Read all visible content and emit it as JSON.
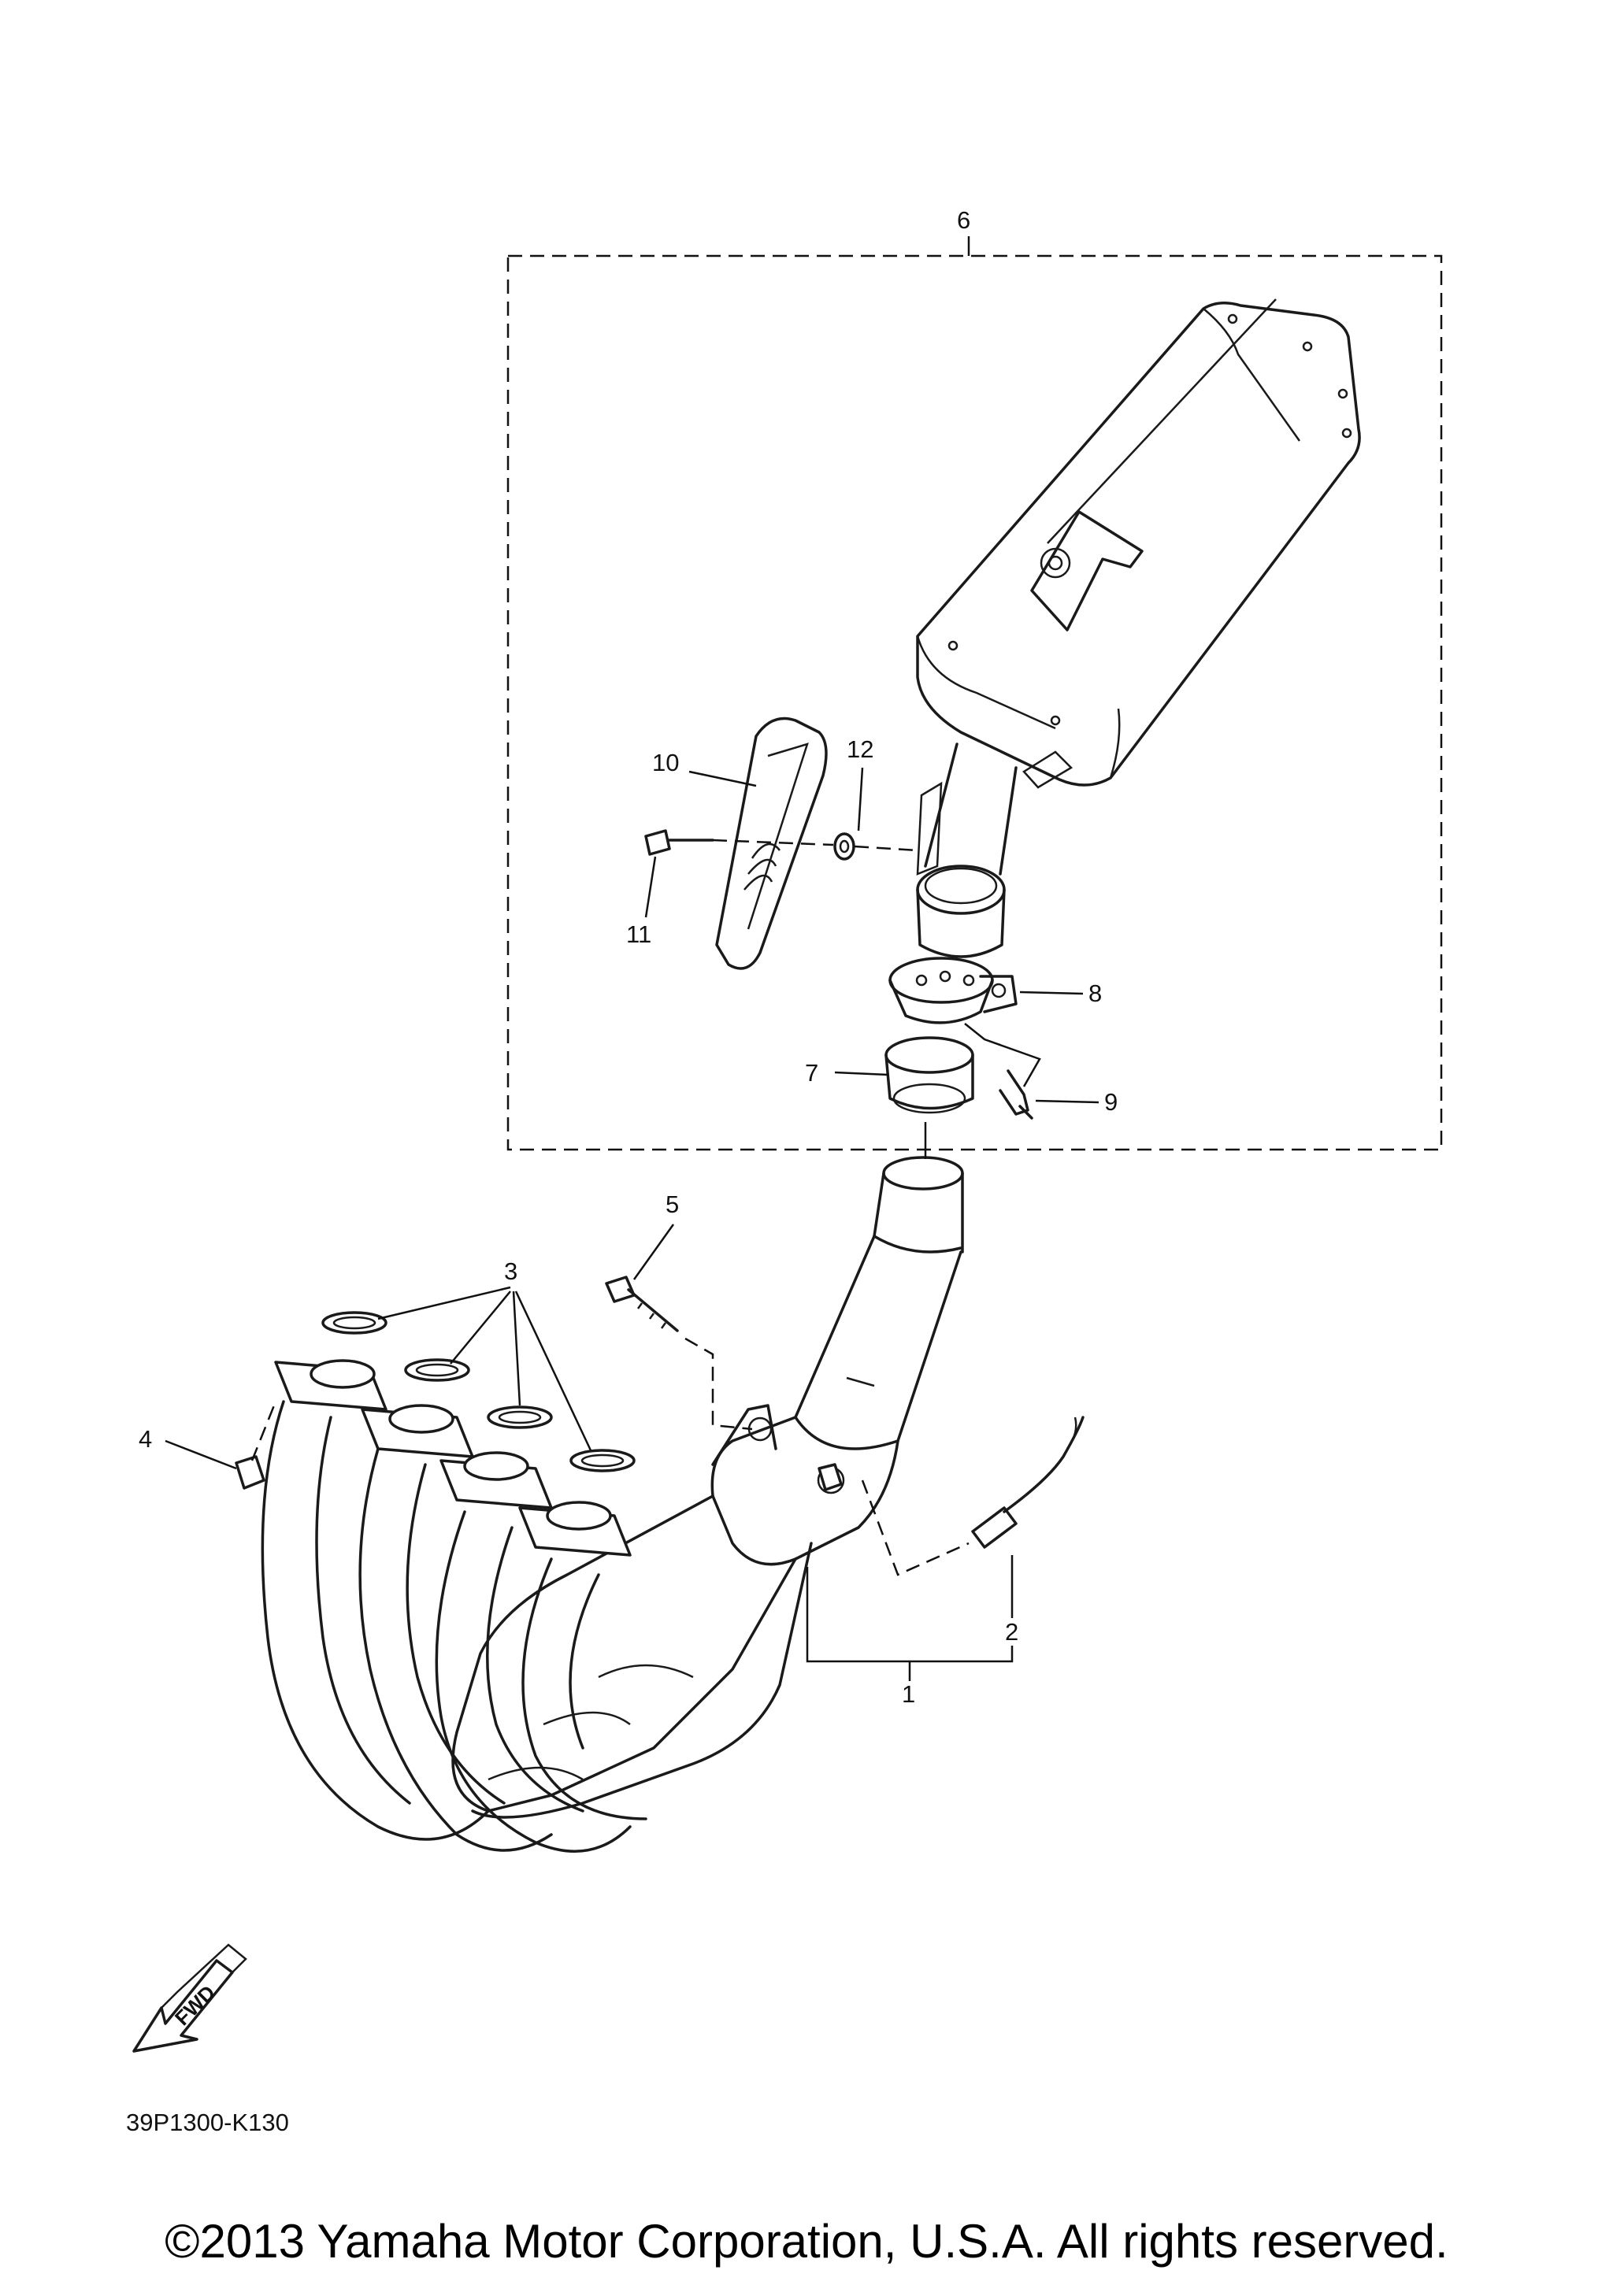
{
  "diagram_code": "39P1300-K130",
  "fwd_label": "FWD",
  "copyright": "©2013 Yamaha Motor Corporation, U.S.A. All rights reserved.",
  "callouts": {
    "c1": "1",
    "c2": "2",
    "c3": "3",
    "c4": "4",
    "c5": "5",
    "c6": "6",
    "c7": "7",
    "c8": "8",
    "c9": "9",
    "c10": "10",
    "c11": "11",
    "c12": "12"
  }
}
